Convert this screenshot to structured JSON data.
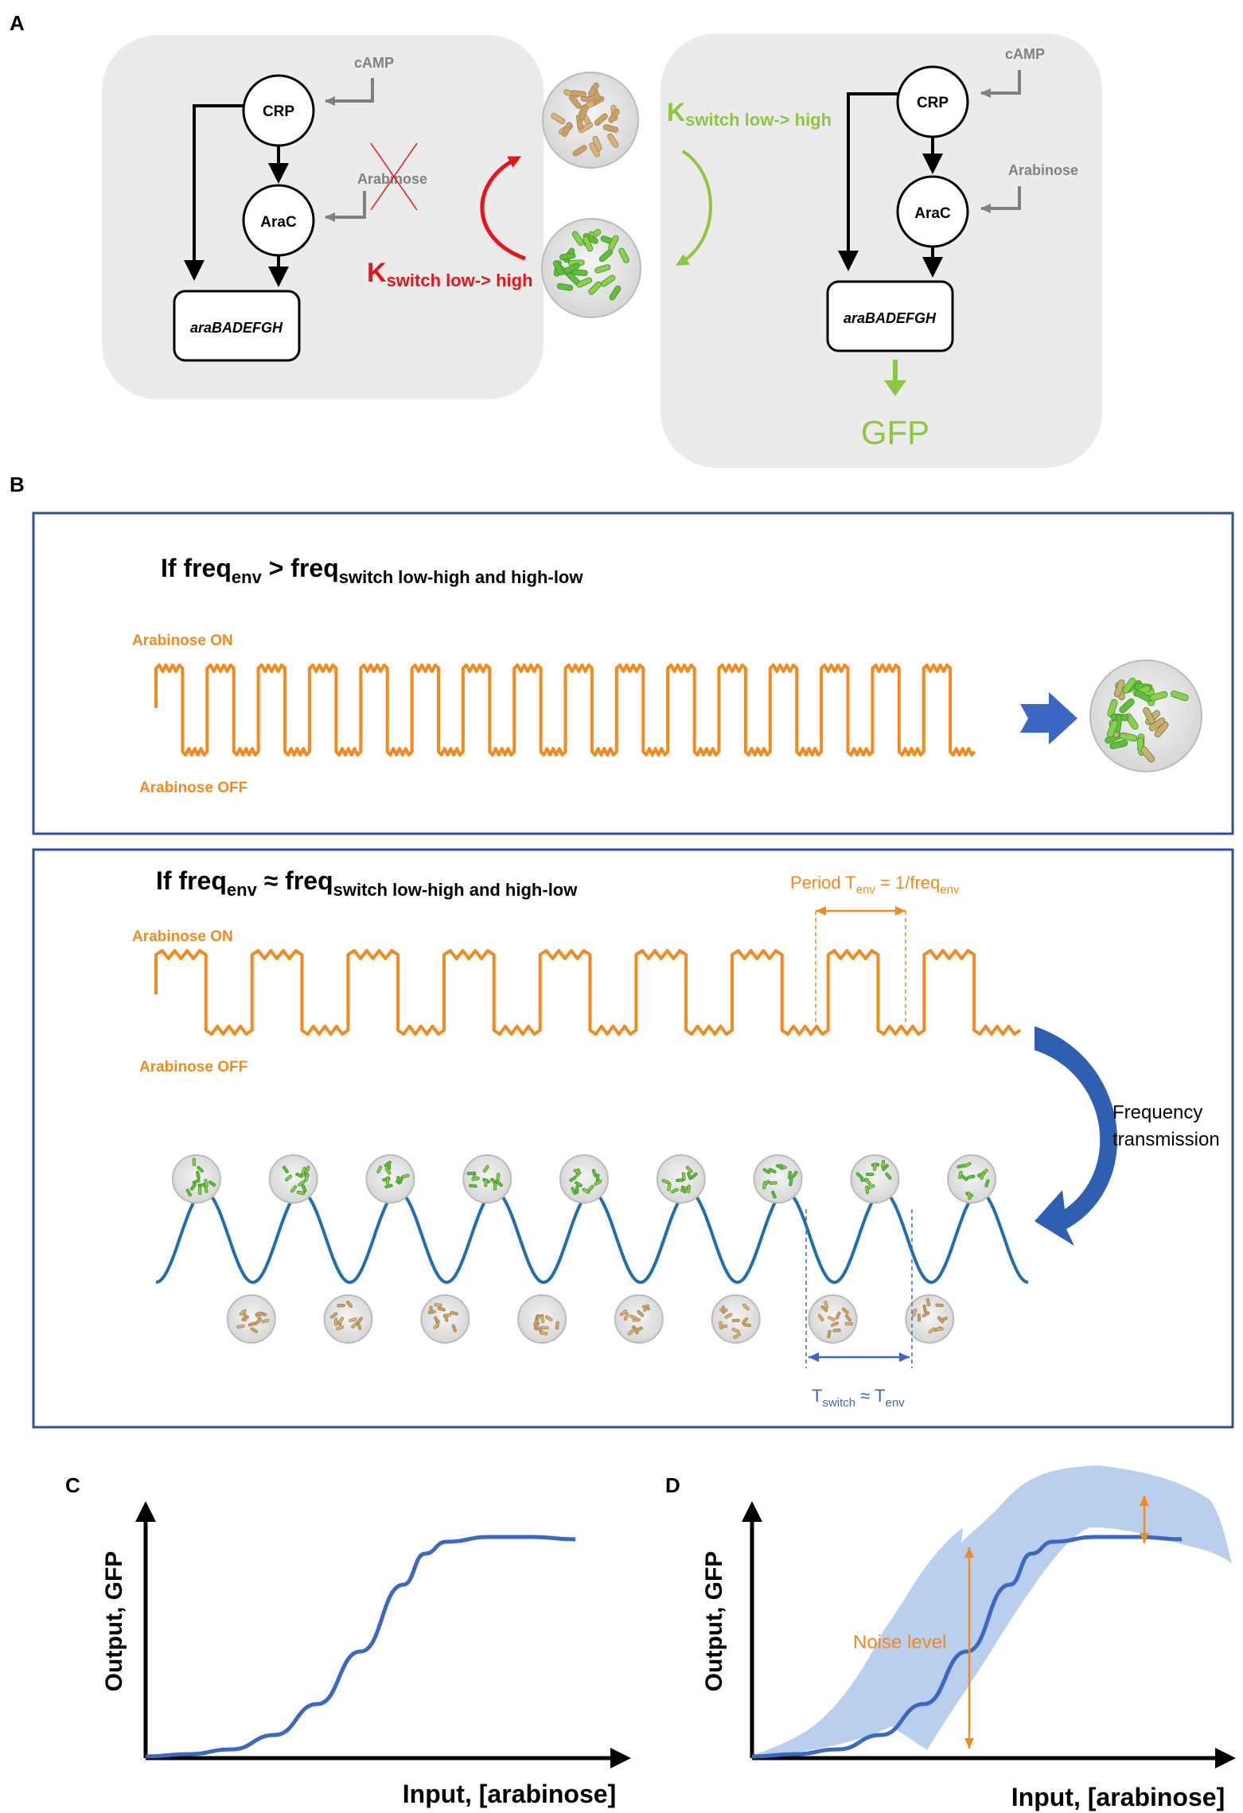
{
  "panel_labels": {
    "a": "A",
    "b": "B",
    "c": "C",
    "d": "D"
  },
  "panel_a": {
    "left": {
      "crp": "CRP",
      "arac": "AraC",
      "operon": "araBADEFGH",
      "camp": "cAMP",
      "arabinose": "Arabinose",
      "switch_k": "K",
      "switch_sub": "switch low-> high"
    },
    "right": {
      "crp": "CRP",
      "arac": "AraC",
      "operon": "araBADEFGH",
      "camp": "cAMP",
      "arabinose": "Arabinose",
      "switch_k": "K",
      "switch_sub": "switch low-> high",
      "gfp": "GFP"
    },
    "colors": {
      "red": "#e3161b",
      "green": "#8dc63f",
      "gray": "#808080",
      "box": "#ebebeb"
    }
  },
  "panel_b": {
    "box1": {
      "title_a": "If freq",
      "title_sub1": "env",
      "title_b": " > freq",
      "title_sub2": "switch low-high and high-low",
      "on": "Arabinose ON",
      "off": "Arabinose OFF",
      "cycles": 16
    },
    "box2": {
      "title_a": "If freq",
      "title_sub1": "env",
      "title_b": " ≈ freq",
      "title_sub2": "switch low-high and high-low",
      "on": "Arabinose ON",
      "off": "Arabinose OFF",
      "period_a": "Period T",
      "period_sub": "env",
      "period_b": " = 1/freq",
      "period_sub2": "env",
      "freq_line1": "Frequency",
      "freq_line2": "transmission",
      "tswitch_a": "T",
      "tswitch_sub": "switch",
      "tswitch_b": " ≈ T",
      "tswitch_sub2": "env",
      "cycles": 9
    },
    "colors": {
      "orange": "#f28a1e",
      "blue": "#1f6fb0",
      "frame": "#2f4f9c",
      "arrow": "#3a68c4"
    }
  },
  "panel_c": {
    "ylabel": "Output, GFP",
    "xlabel": "Input, [arabinose]"
  },
  "panel_d": {
    "ylabel": "Output, GFP",
    "xlabel": "Input, [arabinose]",
    "noise": "Noise level"
  },
  "chart_data": [
    {
      "type": "line",
      "panel": "C",
      "xlabel": "Input, [arabinose]",
      "ylabel": "Output, GFP",
      "x": [
        0,
        0.1,
        0.2,
        0.3,
        0.4,
        0.5,
        0.6,
        0.65,
        0.7,
        0.8,
        0.9,
        1.0
      ],
      "y": [
        0,
        0.01,
        0.03,
        0.09,
        0.22,
        0.44,
        0.72,
        0.85,
        0.9,
        0.92,
        0.92,
        0.91
      ]
    },
    {
      "type": "area",
      "panel": "D",
      "xlabel": "Input, [arabinose]",
      "ylabel": "Output, GFP",
      "x": [
        0,
        0.1,
        0.2,
        0.3,
        0.4,
        0.5,
        0.6,
        0.65,
        0.7,
        0.8,
        0.9,
        1.0
      ],
      "y": [
        0,
        0.01,
        0.03,
        0.09,
        0.22,
        0.44,
        0.72,
        0.85,
        0.9,
        0.92,
        0.92,
        0.91
      ]
    }
  ]
}
